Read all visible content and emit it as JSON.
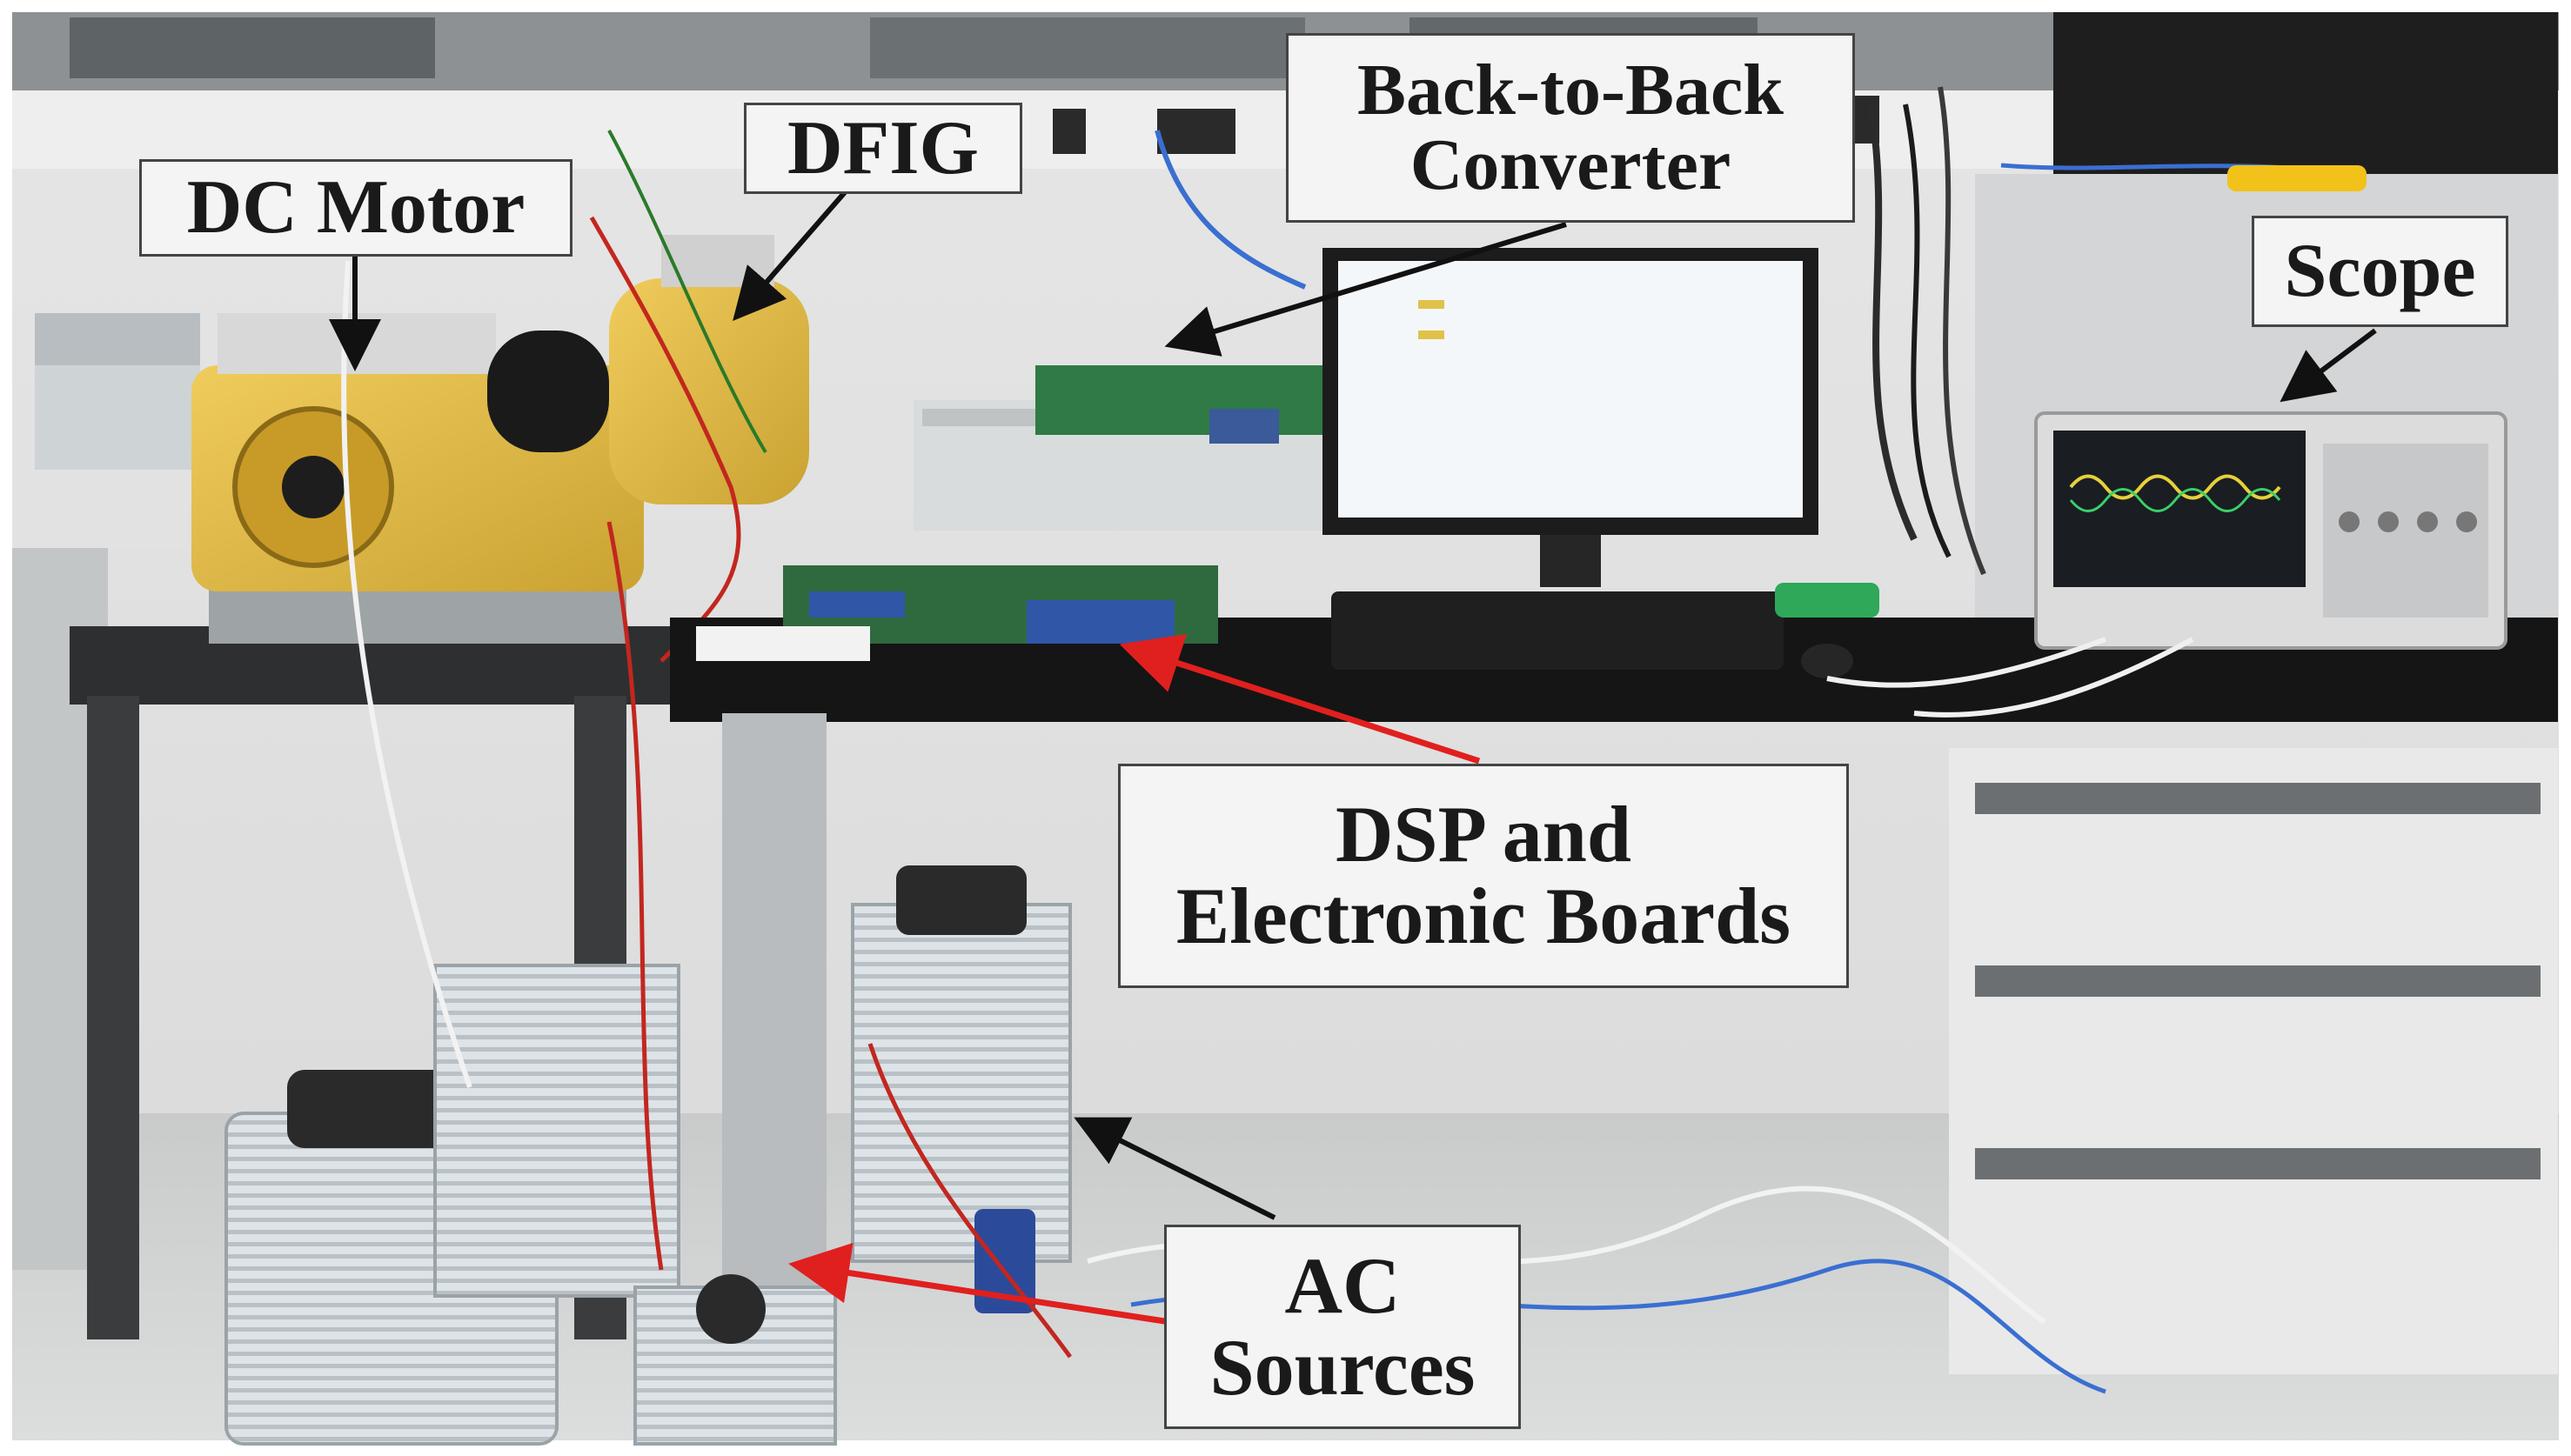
{
  "labels": {
    "dc_motor": "DC Motor",
    "dfig": "DFIG",
    "b2b_line1": "Back-to-Back",
    "b2b_line2": "Converter",
    "scope": "Scope",
    "dsp_line1": "DSP and",
    "dsp_line2": "Electronic Boards",
    "ac_line1": "AC",
    "ac_line2": "Sources"
  },
  "colors": {
    "arrow_black": "#111111",
    "arrow_red": "#e0201e",
    "label_bg": "#f4f4f4",
    "motor_yellow": "#e8c14a",
    "bench_top": "#141414"
  }
}
